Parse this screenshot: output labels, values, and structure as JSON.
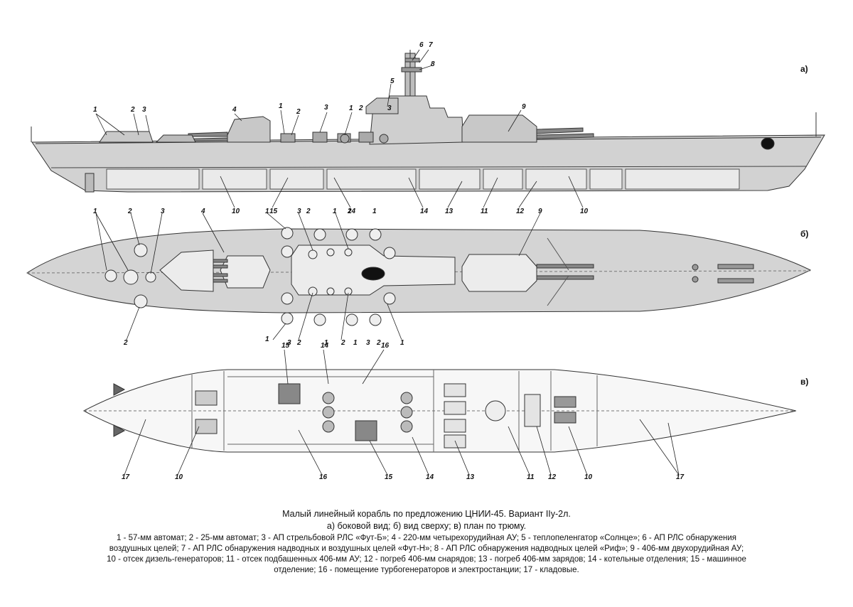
{
  "panels": {
    "side": "а)",
    "top": "б)",
    "hold": "в)"
  },
  "side_callouts": [
    "1",
    "2",
    "3",
    "4",
    "1",
    "2",
    "3",
    "1",
    "2",
    "3",
    "5",
    "6",
    "7",
    "8",
    "9",
    "10",
    "15",
    "14",
    "14",
    "13",
    "11",
    "12",
    "10"
  ],
  "top_callouts": [
    "1",
    "2",
    "3",
    "4",
    "1",
    "3",
    "2",
    "1",
    "2",
    "1",
    "9",
    "2",
    "1",
    "3",
    "2",
    "1",
    "2",
    "1",
    "3",
    "2",
    "1"
  ],
  "hold_callouts": [
    "15",
    "14",
    "16",
    "17",
    "10",
    "16",
    "15",
    "14",
    "13",
    "11",
    "12",
    "10",
    "17"
  ],
  "caption": {
    "title": "Малый линейный корабль по предложению ЦНИИ-45. Вариант IIу-2л.",
    "subtitle": "а) боковой вид; б) вид сверху; в) план по трюму."
  },
  "legend": {
    "line1": "1 - 57-мм автомат; 2 - 25-мм автомат; 3 - АП стрельбовой РЛС «Фут-Б»; 4 - 220-мм четырехорудийная АУ; 5 - теплопеленгатор «Солнце»; 6 - АП РЛС обнаружения",
    "line2": "воздушных целей; 7 - АП РЛС обнаружения надводных и воздушных целей «Фут-Н»; 8 - АП РЛС обнаружения надводных целей «Риф»; 9 - 406-мм двухорудийная АУ;",
    "line3": "10 - отсек дизель-генераторов; 11 - отсек подбашенных 406-мм АУ; 12 - погреб 406-мм снарядов; 13 - погреб 406-мм зарядов; 14 - котельные отделения; 15 - машинное",
    "line4": "отделение; 16 - помещение турбогенераторов и электростанции; 17 - кладовые."
  }
}
